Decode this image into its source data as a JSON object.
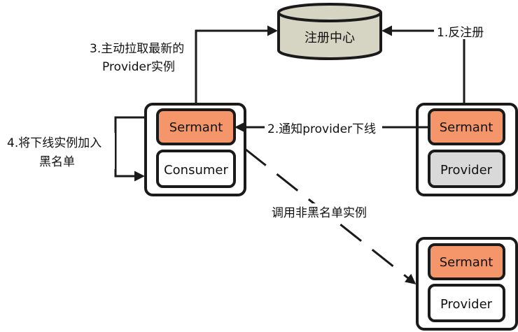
{
  "registry": {
    "label": "注册中心"
  },
  "consumer_node": {
    "sermant_label": "Sermant",
    "app_label": "Consumer"
  },
  "provider_node_1": {
    "sermant_label": "Sermant",
    "app_label": "Provider"
  },
  "provider_node_2": {
    "sermant_label": "Sermant",
    "app_label": "Provider"
  },
  "steps": {
    "step1": "1.反注册",
    "step2": "2.通知provider下线",
    "step3_line1": "3.主动拉取最新的",
    "step3_line2": "Provider实例",
    "step4_line1": "4.将下线实例加入",
    "step4_line2": "黑名单",
    "call_label": "调用非黑名单实例"
  },
  "colors": {
    "sermant_fill": "#f4956a",
    "registry_fill": "#d6d5c3",
    "provider_offline_fill": "#d9d9d9",
    "stroke": "#1a1a1a"
  }
}
